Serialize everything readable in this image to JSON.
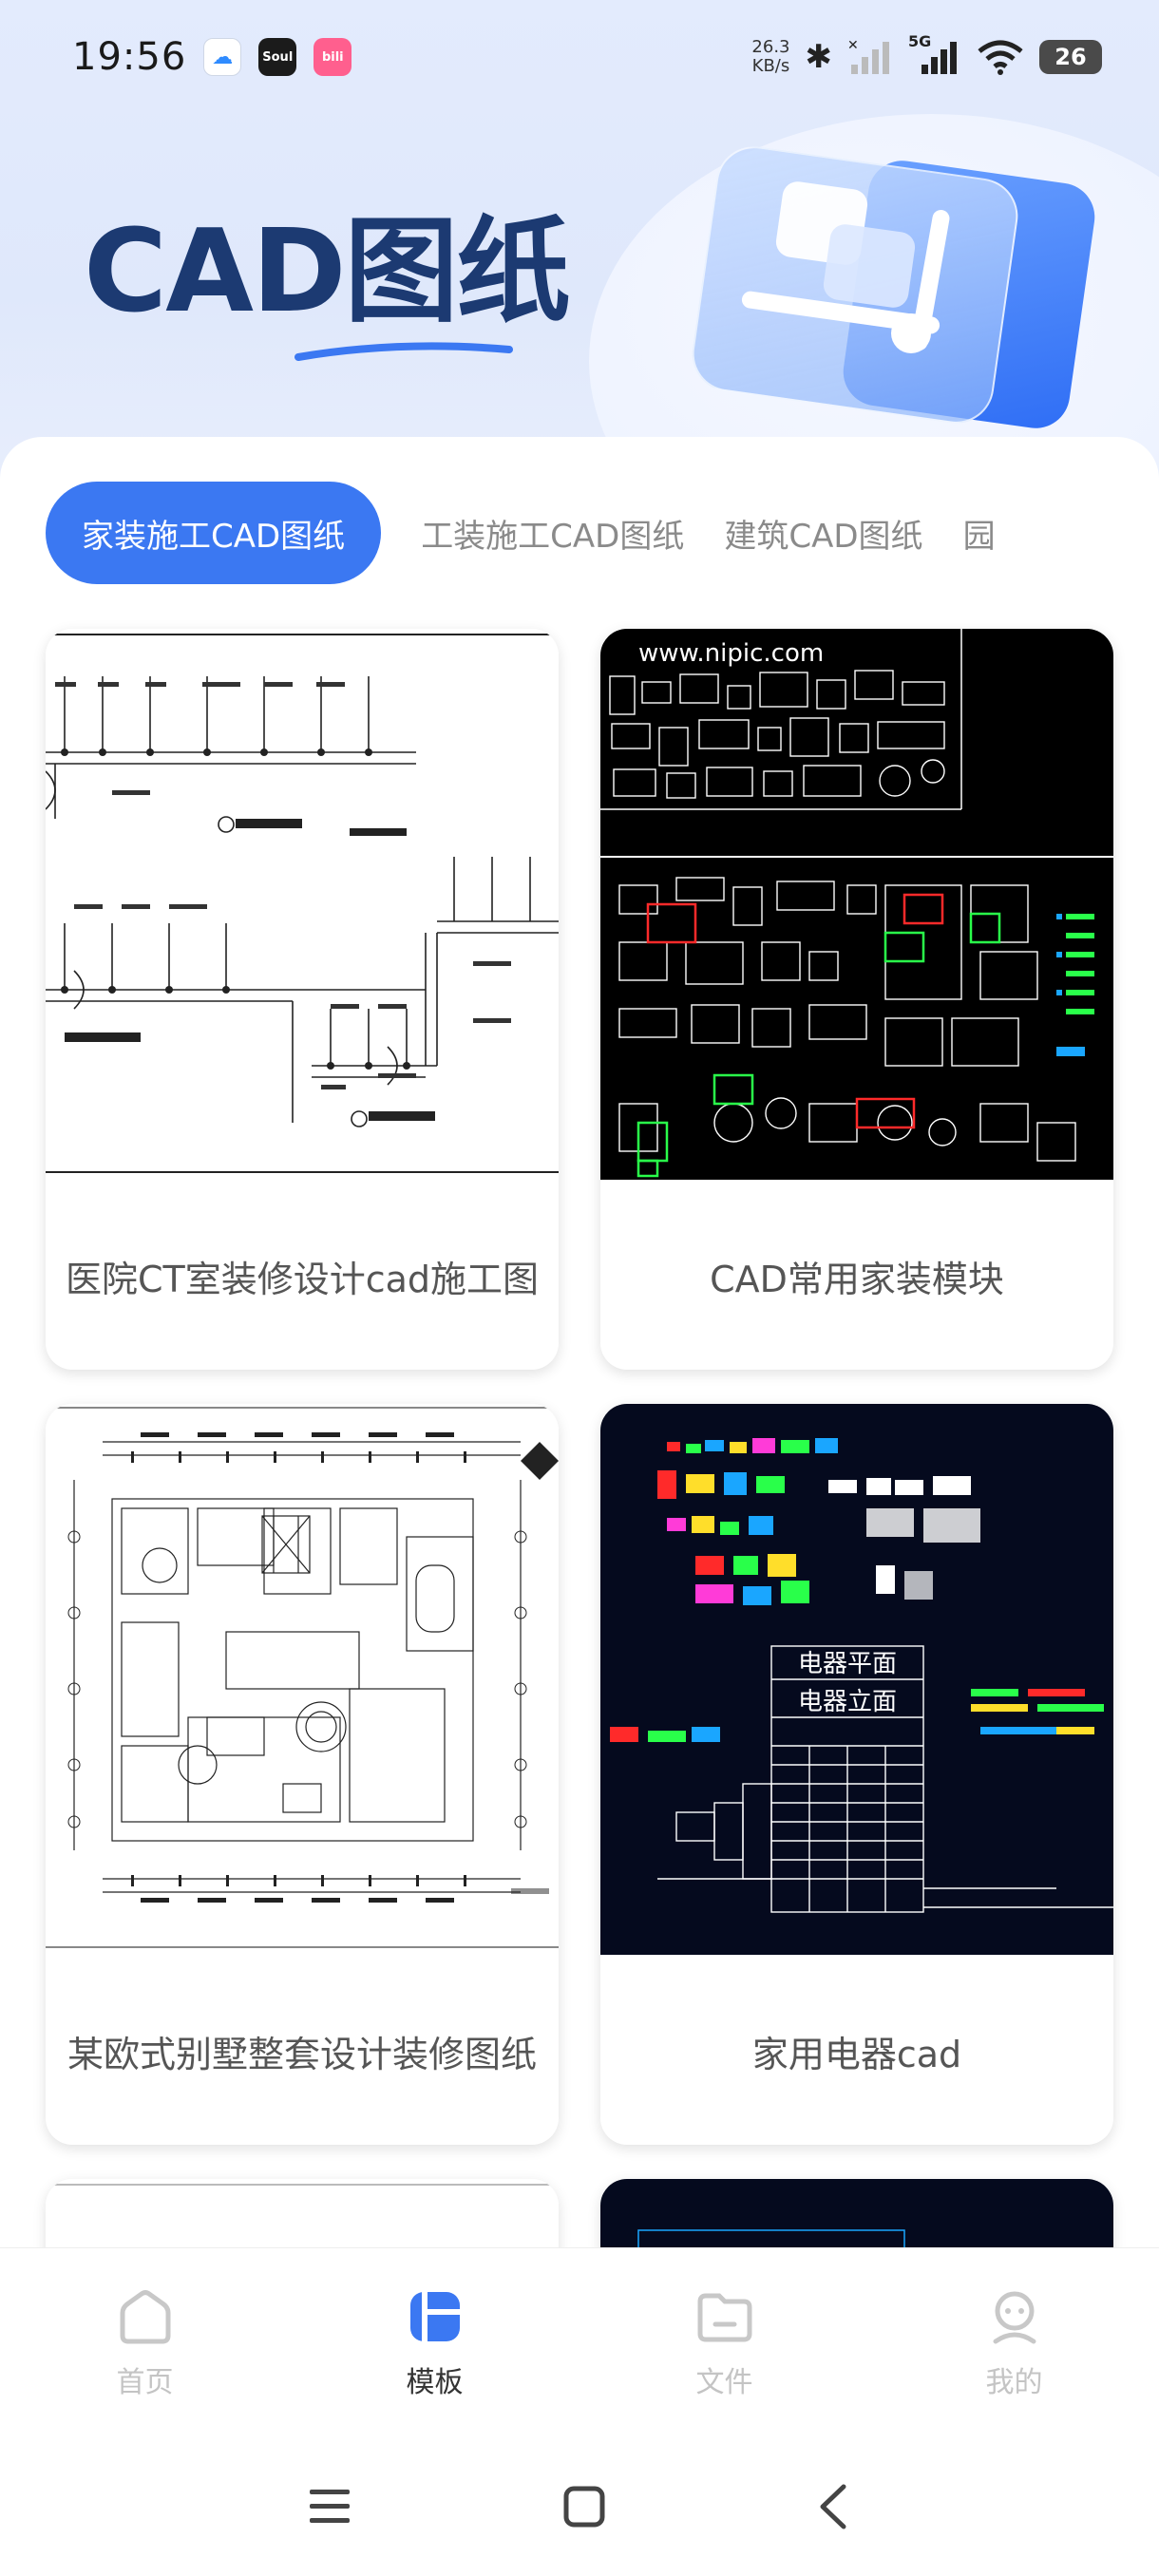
{
  "status_bar": {
    "time": "19:56",
    "apps": [
      "cloud-icon",
      "soul-app-icon",
      "bilibili-app-icon"
    ],
    "soul_label": "Soul",
    "bili_label": "bili",
    "net_speed_value": "26.3",
    "net_speed_unit": "KB/s",
    "network": "5G",
    "battery": "26"
  },
  "header": {
    "title_latin": "CAD",
    "title_cjk": "图纸"
  },
  "tabs": [
    {
      "label": "家装施工CAD图纸",
      "active": true
    },
    {
      "label": "工装施工CAD图纸",
      "active": false
    },
    {
      "label": "建筑CAD图纸",
      "active": false
    },
    {
      "label": "园",
      "active": false
    }
  ],
  "cards": [
    {
      "title": "医院CT室装修设计cad施工图",
      "watermark": ""
    },
    {
      "title": "CAD常用家装模块",
      "watermark": "www.nipic.com"
    },
    {
      "title": "某欧式别墅整套设计装修图纸",
      "watermark": ""
    },
    {
      "title": "家用电器cad",
      "plan_label_1": "电器平面",
      "plan_label_2": "电器立面"
    }
  ],
  "bottom_nav": [
    {
      "label": "首页",
      "icon": "home-icon",
      "active": false
    },
    {
      "label": "模板",
      "icon": "template-icon",
      "active": true
    },
    {
      "label": "文件",
      "icon": "folder-icon",
      "active": false
    },
    {
      "label": "我的",
      "icon": "profile-icon",
      "active": false
    }
  ],
  "colors": {
    "accent": "#3b78f2",
    "title_dark": "#1c3a72",
    "inactive": "#c4c4c4"
  }
}
